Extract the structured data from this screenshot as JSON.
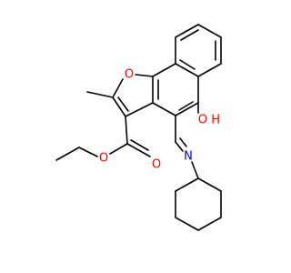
{
  "molecule": {
    "atom_labels": {
      "ring_oxygen": "O",
      "carbonyl_oxygen": "O",
      "ester_oxygen": "O",
      "hydroxyl": "O H",
      "imine_nitrogen": "N"
    }
  },
  "colors": {
    "bond": "#000000",
    "oxygen": "#ff0000",
    "nitrogen": "#0000ff",
    "background": "#ffffff"
  }
}
